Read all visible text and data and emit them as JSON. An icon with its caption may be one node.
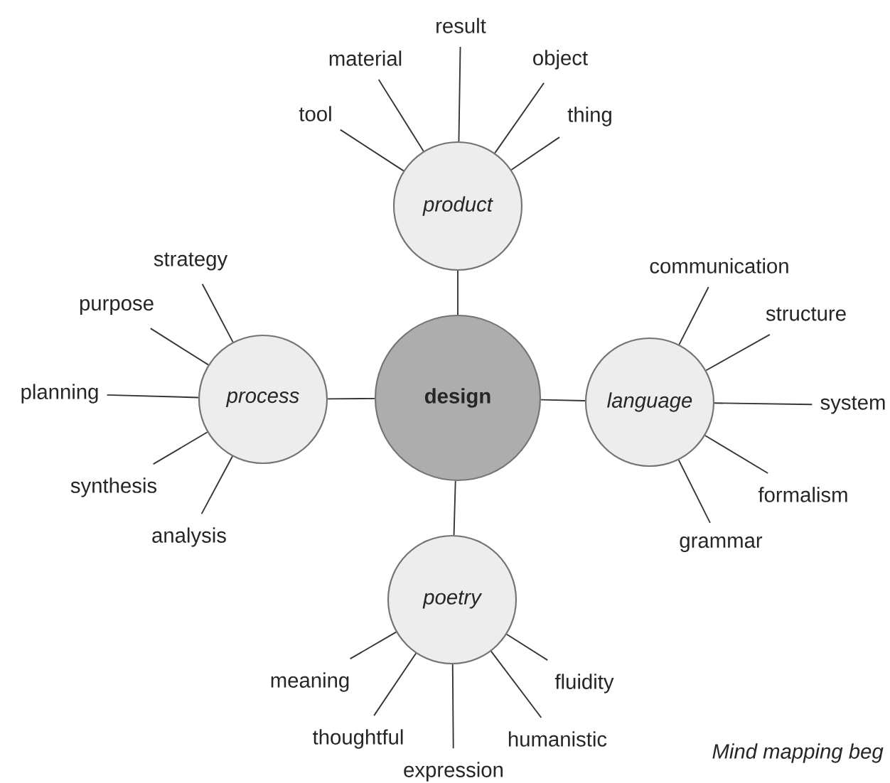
{
  "diagram": {
    "nodes": [
      {
        "text": [
          "design"
        ]
      },
      {
        "text": [
          "product"
        ]
      },
      {
        "text": [
          "process"
        ]
      },
      {
        "text": [
          "language"
        ]
      },
      {
        "text": [
          "poetry"
        ]
      },
      {
        "text": [
          "tool"
        ]
      },
      {
        "text": [
          "material"
        ]
      },
      {
        "text": [
          "result"
        ]
      },
      {
        "text": [
          "object"
        ]
      },
      {
        "text": [
          "thing"
        ]
      },
      {
        "text": [
          "strategy"
        ]
      },
      {
        "text": [
          "purpose"
        ]
      },
      {
        "text": [
          "planning"
        ]
      },
      {
        "text": [
          "synthesis"
        ]
      },
      {
        "text": [
          "analysis"
        ]
      },
      {
        "text": [
          "communication"
        ]
      },
      {
        "text": [
          "structure"
        ]
      },
      {
        "text": [
          "system"
        ]
      },
      {
        "text": [
          "formalism"
        ]
      },
      {
        "text": [
          "grammar"
        ]
      },
      {
        "text": [
          "meaning"
        ]
      },
      {
        "text": [
          "thoughtful"
        ]
      },
      {
        "text": [
          "expression"
        ]
      },
      {
        "text": [
          "humanistic"
        ]
      },
      {
        "text": [
          "fluidity"
        ]
      }
    ],
    "edges": [
      {
        "from": 0,
        "to": 1,
        "arrow": "none"
      },
      {
        "from": 0,
        "to": 2,
        "arrow": "none"
      },
      {
        "from": 0,
        "to": 3,
        "arrow": "none"
      },
      {
        "from": 0,
        "to": 4,
        "arrow": "none"
      },
      {
        "from": 1,
        "to": 5,
        "arrow": "none"
      },
      {
        "from": 1,
        "to": 6,
        "arrow": "none"
      },
      {
        "from": 1,
        "to": 7,
        "arrow": "none"
      },
      {
        "from": 1,
        "to": 8,
        "arrow": "none"
      },
      {
        "from": 1,
        "to": 9,
        "arrow": "none"
      },
      {
        "from": 2,
        "to": 10,
        "arrow": "none"
      },
      {
        "from": 2,
        "to": 11,
        "arrow": "none"
      },
      {
        "from": 2,
        "to": 12,
        "arrow": "none"
      },
      {
        "from": 2,
        "to": 13,
        "arrow": "none"
      },
      {
        "from": 2,
        "to": 14,
        "arrow": "none"
      },
      {
        "from": 3,
        "to": 15,
        "arrow": "none"
      },
      {
        "from": 3,
        "to": 16,
        "arrow": "none"
      },
      {
        "from": 3,
        "to": 17,
        "arrow": "none"
      },
      {
        "from": 3,
        "to": 18,
        "arrow": "none"
      },
      {
        "from": 3,
        "to": 19,
        "arrow": "none"
      },
      {
        "from": 4,
        "to": 20,
        "arrow": "none"
      },
      {
        "from": 4,
        "to": 21,
        "arrow": "none"
      },
      {
        "from": 4,
        "to": 22,
        "arrow": "none"
      },
      {
        "from": 4,
        "to": 23,
        "arrow": "none"
      },
      {
        "from": 4,
        "to": 24,
        "arrow": "none"
      }
    ],
    "labels": [
      "Mind mapping beg"
    ]
  }
}
